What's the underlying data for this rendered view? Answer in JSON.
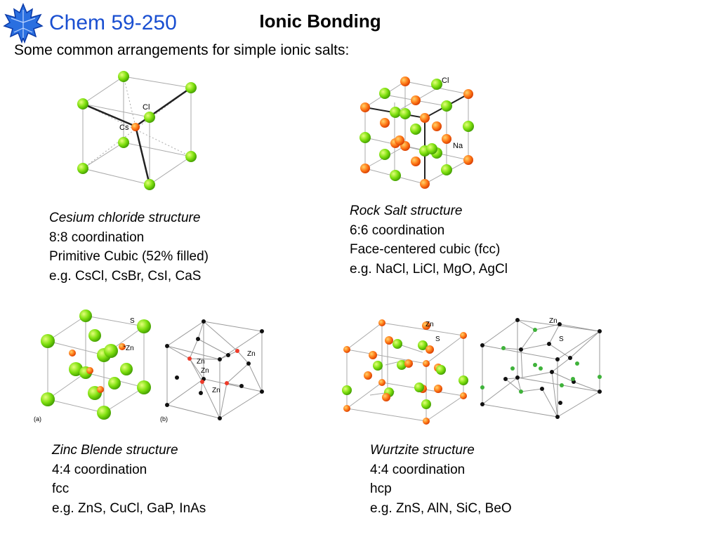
{
  "header": {
    "logo_icon": "maple-leaf-icon",
    "course": "Chem 59-250",
    "title": "Ionic Bonding",
    "subtitle": "Some common arrangements for simple ionic salts:"
  },
  "colors": {
    "course_blue": "#1a4fd1",
    "anion_green": "#7fe00f",
    "cation_orange": "#ff7a18"
  },
  "structures": [
    {
      "name": "Cesium chloride structure",
      "coordination": "8:8 coordination",
      "lattice": "Primitive Cubic (52% filled)",
      "examples": "e.g. CsCl, CsBr, CsI, CaS",
      "labels": {
        "anion": "Cl",
        "cation": "Cs"
      }
    },
    {
      "name": "Rock Salt structure",
      "coordination": "6:6 coordination",
      "lattice": "Face-centered cubic (fcc)",
      "examples": "e.g. NaCl, LiCl, MgO, AgCl",
      "labels": {
        "anion": "Cl",
        "cation": "Na"
      }
    },
    {
      "name": "Zinc Blende structure",
      "coordination": "4:4 coordination",
      "lattice": "fcc",
      "examples": "e.g. ZnS, CuCl, GaP, InAs",
      "labels": {
        "anion": "S",
        "cation": "Zn",
        "panel_a": "(a)",
        "panel_b": "(b)"
      }
    },
    {
      "name": "Wurtzite structure",
      "coordination": "4:4 coordination",
      "lattice": "hcp",
      "examples": "e.g. ZnS, AlN, SiC, BeO",
      "labels": {
        "cation": "Zn",
        "anion": "S"
      }
    }
  ]
}
